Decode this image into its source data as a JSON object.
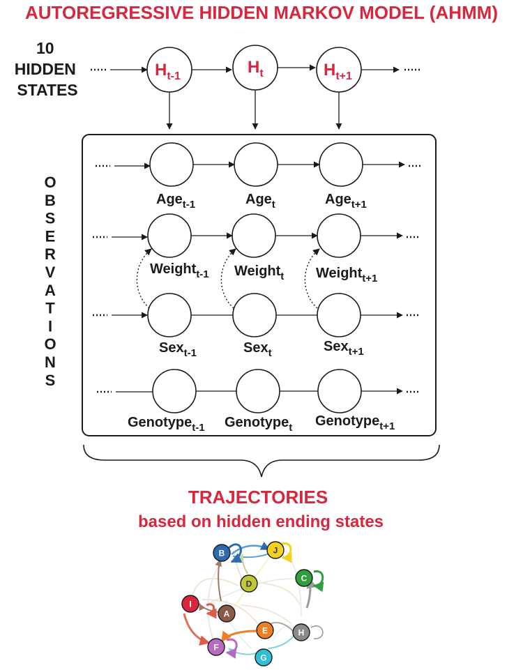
{
  "title": "AUTOREGRESSIVE HIDDEN MARKOV MODEL (AHMM)",
  "hidden_states_label": [
    "10",
    "HIDDEN",
    "STATES"
  ],
  "hidden_nodes": [
    {
      "base": "H",
      "sub": "t-1"
    },
    {
      "base": "H",
      "sub": "t"
    },
    {
      "base": "H",
      "sub": "t+1"
    }
  ],
  "observations_label": "OBSERVATIONS",
  "ellipsis": "....",
  "observation_rows": [
    {
      "var": "Age",
      "subs": [
        "t-1",
        "t",
        "t+1"
      ]
    },
    {
      "var": "Weight",
      "subs": [
        "t-1",
        "t",
        "t+1"
      ]
    },
    {
      "var": "Sex",
      "subs": [
        "t-1",
        "t",
        "t+1"
      ]
    },
    {
      "var": "Genotype",
      "subs": [
        "t-1",
        "t",
        "t+1"
      ]
    }
  ],
  "trajectories_title": "TRAJECTORIES",
  "trajectories_subtitle": "based on hidden ending states",
  "state_graph": {
    "nodes": [
      {
        "id": "B",
        "color": "#2b6cb0"
      },
      {
        "id": "J",
        "color": "#f2d21f"
      },
      {
        "id": "D",
        "color": "#c0c83a"
      },
      {
        "id": "C",
        "color": "#2e9e3e"
      },
      {
        "id": "I",
        "color": "#d7263d"
      },
      {
        "id": "A",
        "color": "#8b5a4a"
      },
      {
        "id": "E",
        "color": "#f07f24"
      },
      {
        "id": "H",
        "color": "#8a8a8a"
      },
      {
        "id": "F",
        "color": "#b86ac0"
      },
      {
        "id": "G",
        "color": "#2ec0d6"
      }
    ]
  }
}
